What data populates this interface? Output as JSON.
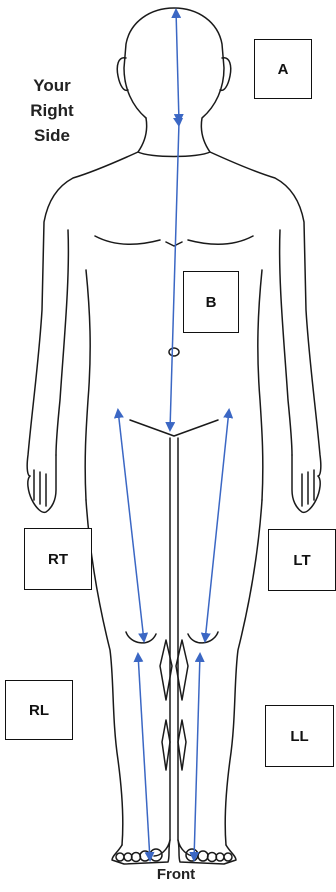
{
  "side_label": {
    "line1": "Your",
    "line2": "Right",
    "line3": "Side"
  },
  "front_label": "Front",
  "boxes": {
    "a": "A",
    "b": "B",
    "rt": "RT",
    "lt": "LT",
    "rl": "RL",
    "ll": "LL"
  },
  "colors": {
    "outline": "#1a1a1a",
    "arrow": "#3b67c4"
  }
}
